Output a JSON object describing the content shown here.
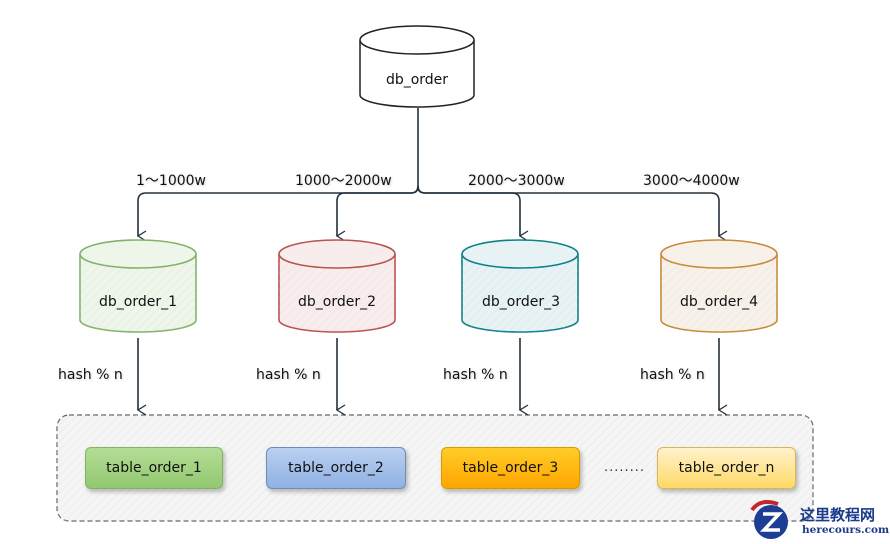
{
  "root_db": {
    "label": "db_order"
  },
  "range_labels": [
    "1～1000w",
    "1000～2000w",
    "2000～3000w",
    "3000～4000w"
  ],
  "shard_dbs": [
    {
      "label": "db_order_1",
      "stroke": "#82b366",
      "fill": "#eef5e9"
    },
    {
      "label": "db_order_2",
      "stroke": "#b85450",
      "fill": "#f8ecec"
    },
    {
      "label": "db_order_3",
      "stroke": "#0e8088",
      "fill": "#e6f2f3"
    },
    {
      "label": "db_order_4",
      "stroke": "#c98a3a",
      "fill": "#f7f1ea"
    }
  ],
  "hash_labels": [
    "hash % n",
    "hash % n",
    "hash % n",
    "hash % n"
  ],
  "tables": [
    {
      "label": "table_order_1"
    },
    {
      "label": "table_order_2"
    },
    {
      "label": "table_order_3"
    },
    {
      "label": "table_order_n"
    }
  ],
  "ellipsis": "........",
  "watermark": {
    "cn": "这里教程网",
    "en": "herecours.com"
  }
}
